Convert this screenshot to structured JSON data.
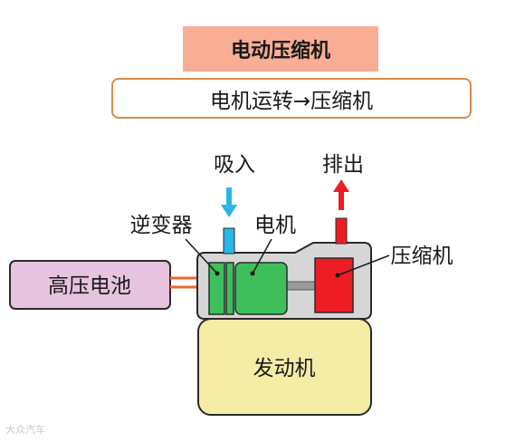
{
  "title": "电动压缩机",
  "subtitle": "电机运转→压缩机",
  "labels": {
    "intake": "吸入",
    "exhaust": "排出",
    "inverter": "逆变器",
    "motor": "电机",
    "compressor": "压缩机",
    "battery": "高压电池",
    "engine": "发动机"
  },
  "watermark": "大众汽车",
  "colors": {
    "title_fill": "#f9ad94",
    "subtitle_border": "#d98a4a",
    "battery_fill": "#e6c3df",
    "engine_fill": "#f5eda6",
    "housing_fill": "#d6d6d6",
    "motor_green": "#3ebf5c",
    "compressor_red": "#ee1c25",
    "intake_arrow": "#29b6e8",
    "exhaust_arrow": "#ee1c25",
    "cable_orange": "#f0642d"
  }
}
